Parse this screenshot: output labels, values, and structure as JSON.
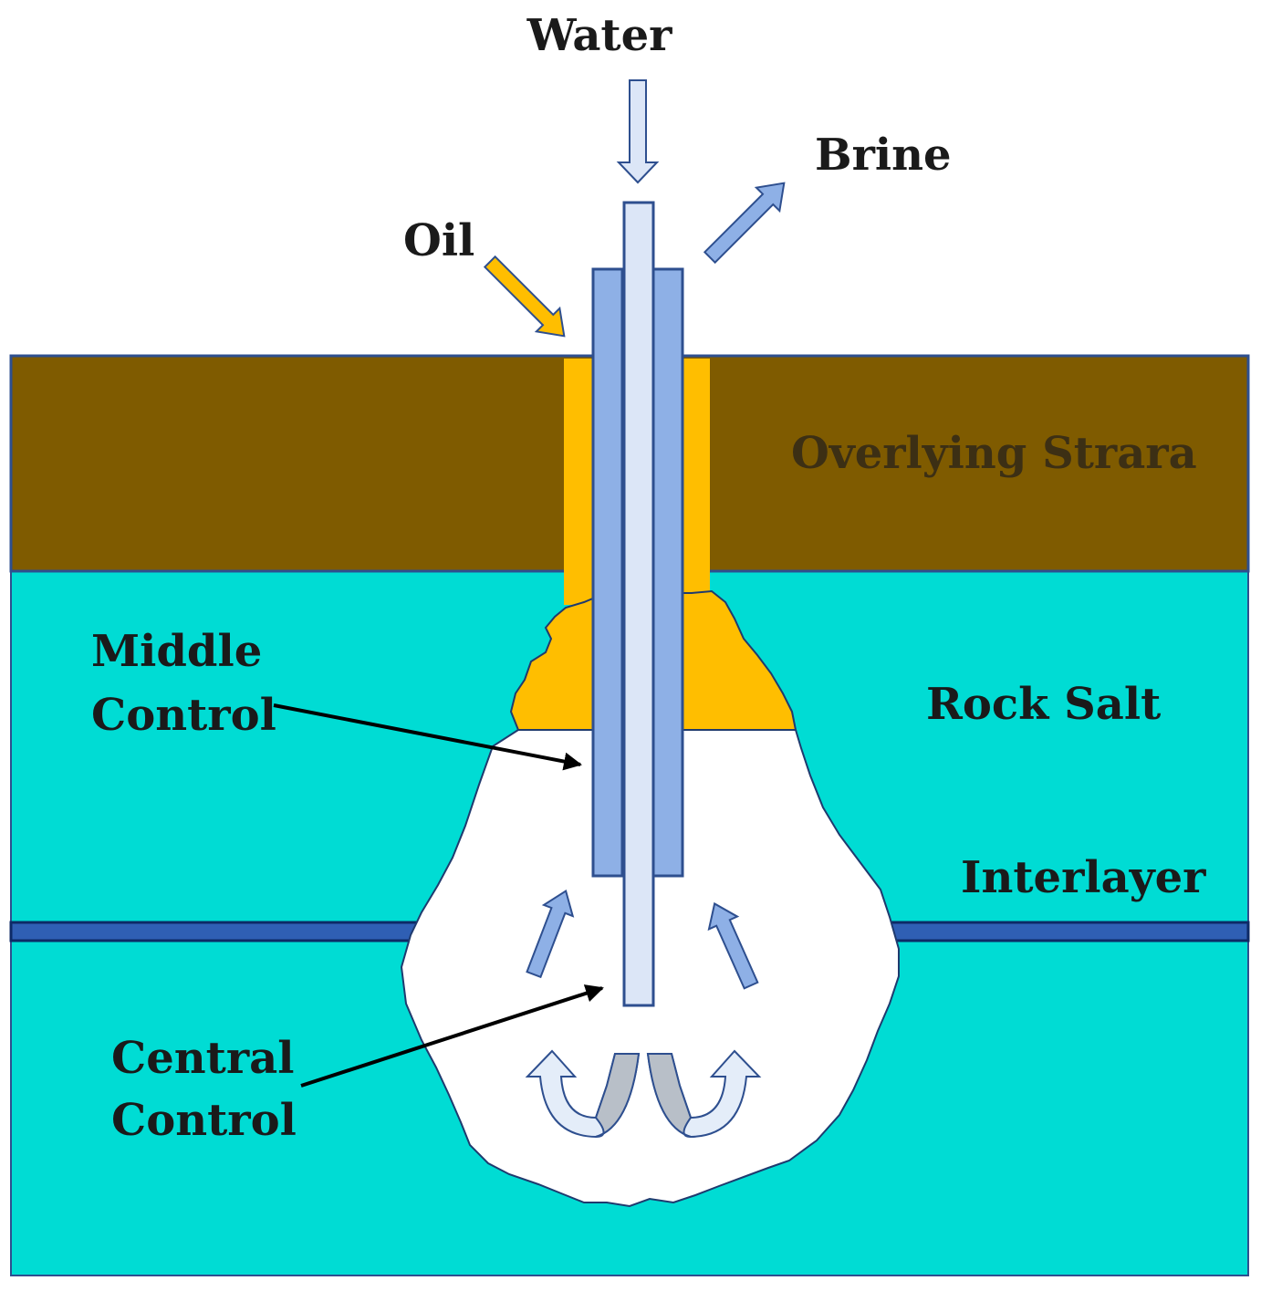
{
  "labels": {
    "water": "Water",
    "brine": "Brine",
    "oil": "Oil",
    "overlying_strata": "Overlying Strara",
    "rock_salt": "Rock Salt",
    "interlayer": "Interlayer",
    "middle_control_line1": "Middle",
    "middle_control_line2": "Control",
    "central_control_line1": "Central",
    "central_control_line2": "Control"
  },
  "colors": {
    "overlying_strata": "#7f5b00",
    "rock_salt": "#00dcd4",
    "interlayer": "#2f5fb4",
    "oil": "#ffbe00",
    "tube_outer": "#8eb0e6",
    "tube_inner": "#dce6f7",
    "tube_stroke": "#2e4f8f",
    "arrow_fill": "#8eb0e6",
    "swirl_light": "#e4edf9",
    "swirl_dark": "#b8bfc8",
    "cavern": "#ffffff"
  }
}
